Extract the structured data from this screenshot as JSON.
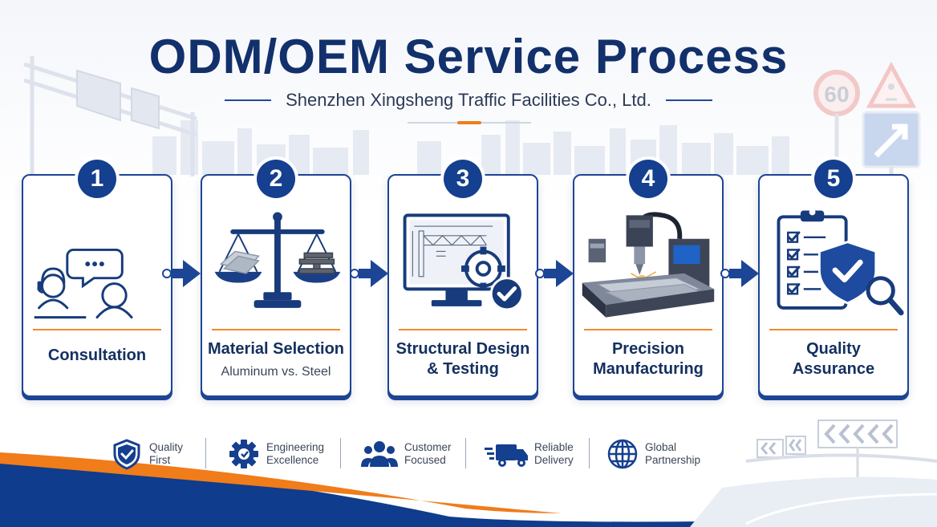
{
  "title": "ODM/OEM Service Process",
  "subtitle": "Shenzhen Xingsheng Traffic Facilities Co., Ltd.",
  "background": {
    "speed_sign": "60"
  },
  "steps": [
    {
      "number": "1",
      "label_lines": [
        "Consultation"
      ],
      "sub": "",
      "icon": "consultation-icon"
    },
    {
      "number": "2",
      "label_lines": [
        "Material Selection"
      ],
      "sub": "Aluminum vs. Steel",
      "icon": "balance-scale-icon"
    },
    {
      "number": "3",
      "label_lines": [
        "Structural Design",
        "& Testing"
      ],
      "sub": "",
      "icon": "cad-monitor-icon"
    },
    {
      "number": "4",
      "label_lines": [
        "Precision",
        "Manufacturing"
      ],
      "sub": "",
      "icon": "cnc-machine-icon"
    },
    {
      "number": "5",
      "label_lines": [
        "Quality",
        "Assurance"
      ],
      "sub": "",
      "icon": "quality-checklist-icon"
    }
  ],
  "features": [
    {
      "line1": "Quality",
      "line2": "First",
      "icon": "shield-check-icon"
    },
    {
      "line1": "Engineering",
      "line2": "Excellence",
      "icon": "gear-icon"
    },
    {
      "line1": "Customer",
      "line2": "Focused",
      "icon": "people-icon"
    },
    {
      "line1": "Reliable",
      "line2": "Delivery",
      "icon": "truck-icon"
    },
    {
      "line1": "Global",
      "line2": "Partnership",
      "icon": "globe-icon"
    }
  ],
  "colors": {
    "navy": "#153f8f",
    "orange": "#f08a2a",
    "title": "#12306b"
  }
}
